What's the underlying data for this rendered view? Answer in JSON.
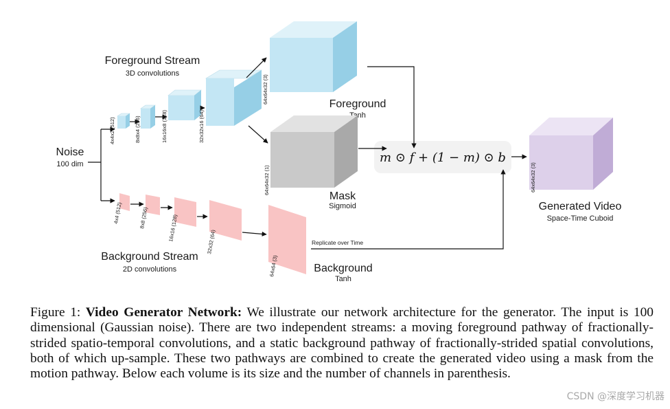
{
  "diagram": {
    "noise": {
      "title": "Noise",
      "sub": "100 dim"
    },
    "foreground_stream": {
      "title": "Foreground Stream",
      "sub": "3D convolutions"
    },
    "background_stream": {
      "title": "Background Stream",
      "sub": "2D convolutions"
    },
    "fg_volumes": [
      "4x4x2 (512)",
      "8x8x4 (256)",
      "16x16x8 (128)",
      "32x32x16 (64)"
    ],
    "bg_volumes": [
      "4x4 (512)",
      "8x8 (256)",
      "16x16 (128)",
      "32x32 (64)"
    ],
    "foreground_out": {
      "size": "64x64x32 (3)",
      "title": "Foreground",
      "sub": "Tanh"
    },
    "mask_out": {
      "size": "64x64x32 (1)",
      "title": "Mask",
      "sub": "Sigmoid"
    },
    "background_out": {
      "size": "64x64 (3)",
      "title": "Background",
      "sub": "Tanh"
    },
    "replicate_label": "Replicate over Time",
    "formula": "m ⊙ f + (1 − m) ⊙ b",
    "generated": {
      "size": "64x64x32 (3)",
      "title": "Generated Video",
      "sub": "Space-Time Cuboid"
    },
    "colors": {
      "fg_face": "#c3e6f4",
      "fg_side": "#96cfe6",
      "mask_face": "#c9c9c9",
      "mask_side": "#a9a9a9",
      "gen_face": "#ddd0ea",
      "gen_side": "#c0acd6",
      "bg_face": "#f9c4c4",
      "formula_bg": "#f2f2f2"
    }
  },
  "caption": {
    "figure_label": "Figure 1:",
    "bold_title": "Video Generator Network:",
    "text": "We illustrate our network architecture for the generator. The input is 100 dimensional (Gaussian noise). There are two independent streams: a moving foreground pathway of fractionally-strided spatio-temporal convolutions, and a static background pathway of fractionally-strided spatial convolutions, both of which up-sample. These two pathways are combined to create the generated video using a mask from the motion pathway. Below each volume is its size and the number of channels in parenthesis."
  },
  "watermark": "CSDN @深度学习机器"
}
